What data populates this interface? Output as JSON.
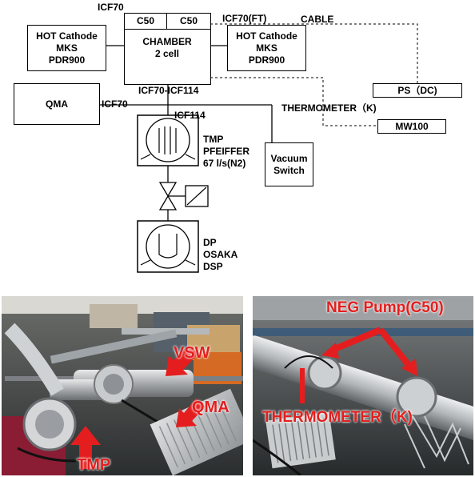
{
  "diagram": {
    "icf70_top": "ICF70",
    "c50_left": "C50",
    "c50_right": "C50",
    "chamber_line1": "CHAMBER",
    "chamber_line2": "2 cell",
    "icf70_ft": "ICF70(FT)",
    "cable": "CABLE",
    "hot_cathode_left": [
      "HOT Cathode",
      "MKS",
      "PDR900"
    ],
    "hot_cathode_right": [
      "HOT Cathode",
      "MKS",
      "PDR900"
    ],
    "ps_dc": "PS（DC)",
    "thermometer": "THERMOMETER（K)",
    "mw100": "MW100",
    "qma": "QMA",
    "icf70_qma": "ICF70",
    "icf70_icf114": "ICF70-ICF114",
    "icf114": "ICF114",
    "tmp": [
      "TMP",
      "PFEIFFER",
      "67 l/s(N2)"
    ],
    "vacuum_switch": [
      "Vacuum",
      "Switch"
    ],
    "dp": [
      "DP",
      "OSAKA",
      "DSP"
    ]
  },
  "photos": {
    "left": {
      "vsw": "VSW",
      "qma": "QMA",
      "tmp": "TMP"
    },
    "right": {
      "neg_pump": "NEG Pump(C50)",
      "thermometer": "THERMOMETER（K)"
    }
  },
  "colors": {
    "annotation": "#e41e1e"
  }
}
